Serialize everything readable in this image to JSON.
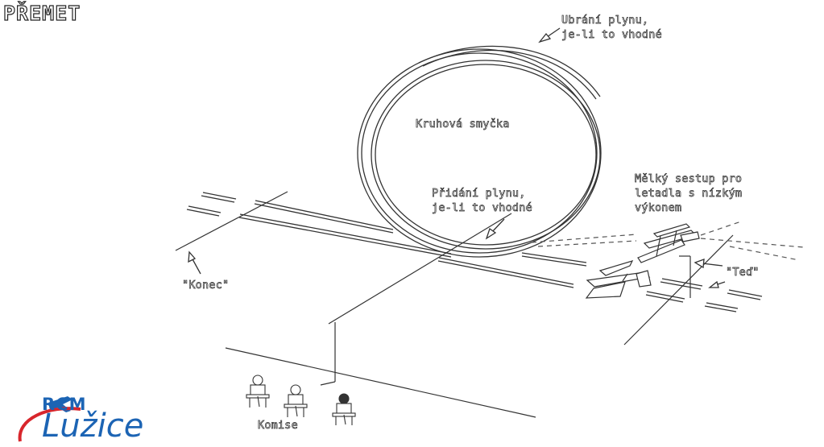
{
  "title": "PŘEMET",
  "labels": {
    "reduce_throttle": [
      "Ubrání plynu,",
      "je-li to vhodné"
    ],
    "loop": "Kruhová smyčka",
    "add_throttle": [
      "Přidání plynu,",
      "je-li to vhodné"
    ],
    "shallow_descent": [
      "Mělký sestup pro",
      "letadla s nízkým",
      "výkonem"
    ],
    "now": "\"Teď\"",
    "end": "\"Konec\"",
    "judges": "Komise"
  },
  "logo": {
    "line1": "RCM",
    "line2": "Lužice",
    "color": "#1c64b4",
    "accent": "#d8262c"
  }
}
